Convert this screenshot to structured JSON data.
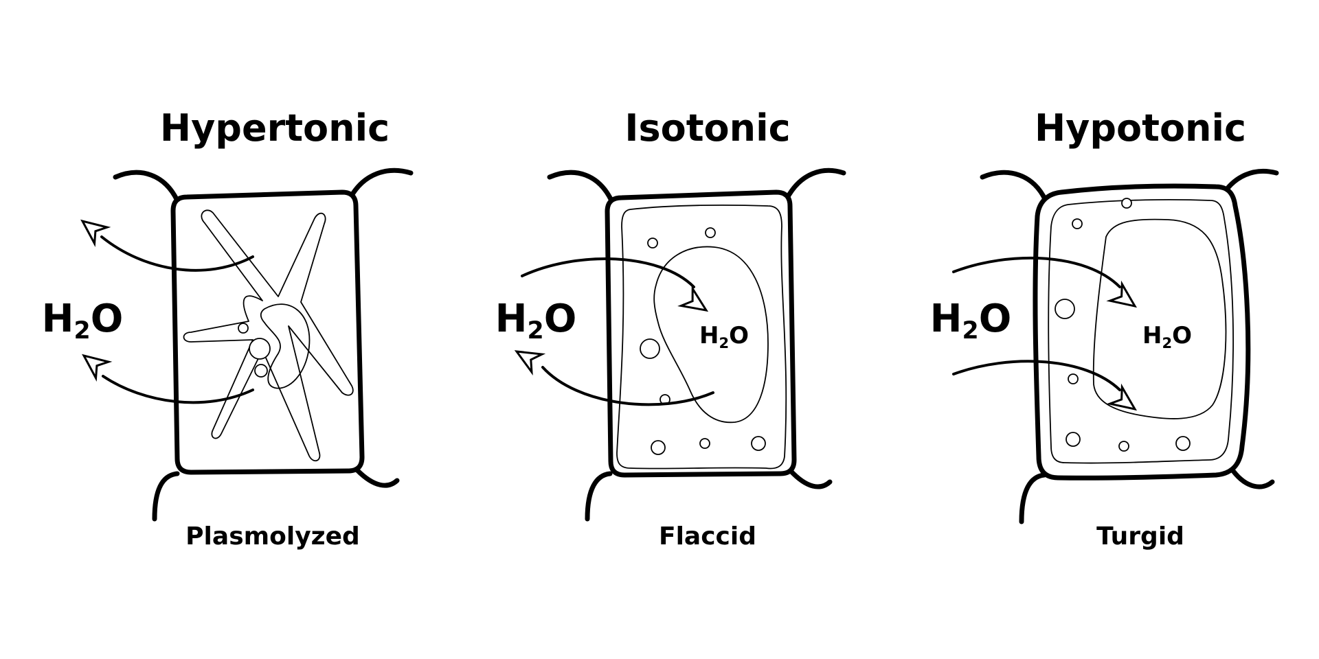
{
  "cells": [
    {
      "title": "Hypertonic",
      "label": "Plasmolyzed",
      "outside": {
        "main": "H",
        "sub": "2",
        "end": "O"
      }
    },
    {
      "title": "Isotonic",
      "label": "Flaccid",
      "outside": {
        "main": "H",
        "sub": "2",
        "end": "O"
      },
      "inside": {
        "main": "H",
        "sub": "2",
        "end": "O"
      }
    },
    {
      "title": "Hypotonic",
      "label": "Turgid",
      "outside": {
        "main": "H",
        "sub": "2",
        "end": "O"
      },
      "inside": {
        "main": "H",
        "sub": "2",
        "end": "O"
      }
    }
  ]
}
